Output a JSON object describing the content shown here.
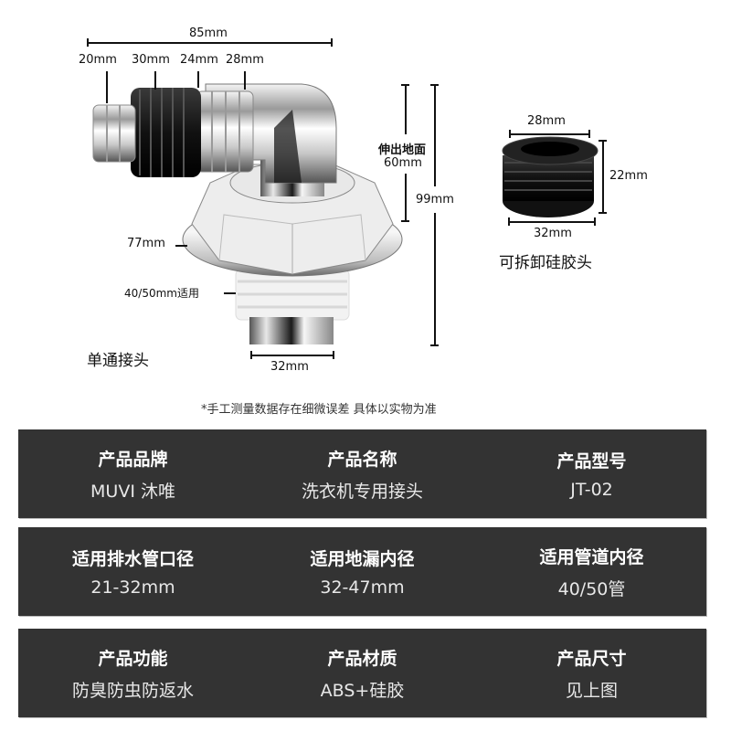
{
  "product_image": {
    "connector": {
      "overall_length": "85mm",
      "segments": [
        "20mm",
        "30mm",
        "24mm",
        "28mm"
      ],
      "rise_label": "伸出地面",
      "rise_value": "60mm",
      "total_height": "99mm",
      "flange_diameter": "77mm",
      "fit_label": "40/50mm适用",
      "bottom_diameter": "32mm",
      "caption": "单通接头"
    },
    "silicone_head": {
      "top_diameter": "28mm",
      "height": "22mm",
      "bottom_diameter": "32mm",
      "caption": "可拆卸硅胶头"
    },
    "disclaimer": "*手工测量数据存在细微误差 具体以实物为准"
  },
  "spec_table": {
    "rows": [
      [
        {
          "label": "产品品牌",
          "value": "MUVI 沐唯"
        },
        {
          "label": "产品名称",
          "value": "洗衣机专用接头"
        },
        {
          "label": "产品型号",
          "value": "JT-02"
        }
      ],
      [
        {
          "label": "适用排水管口径",
          "value": "21-32mm"
        },
        {
          "label": "适用地漏内径",
          "value": "32-47mm"
        },
        {
          "label": "适用管道内径",
          "value": "40/50管"
        }
      ],
      [
        {
          "label": "产品功能",
          "value": "防臭防虫防返水"
        },
        {
          "label": "产品材质",
          "value": "ABS+硅胶"
        },
        {
          "label": "产品尺寸",
          "value": "见上图"
        }
      ]
    ],
    "colors": {
      "panel_bg": "#333333",
      "text": "#ffffff"
    }
  }
}
